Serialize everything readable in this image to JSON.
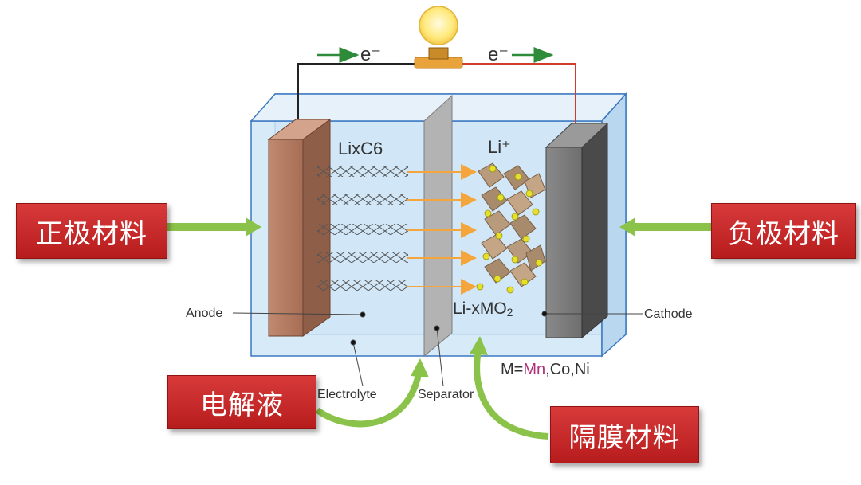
{
  "labels": {
    "electron_left": "e⁻",
    "electron_right": "e⁻",
    "anode_material": "LixC6",
    "li_ion": "Li⁺",
    "cathode_material": "Li-xMO",
    "cathode_material_sub": "2",
    "anode": "Anode",
    "cathode": "Cathode",
    "electrolyte": "Electrolyte",
    "separator": "Separator",
    "metals_prefix": "M=",
    "metal_mn": "Mn",
    "metals_rest": ",Co,Ni"
  },
  "callouts": {
    "positive_material": "正极材料",
    "negative_material": "负极材料",
    "electrolyte": "电解液",
    "separator_material": "隔膜材料"
  },
  "colors": {
    "callout_red": "#c62828",
    "arrow_green": "#8bc34a",
    "electron_arrow": "#2e8b3a",
    "mn_text": "#b0307a",
    "cell_blue": "#cfe6f7",
    "ion_arrow": "#f4a53c"
  }
}
